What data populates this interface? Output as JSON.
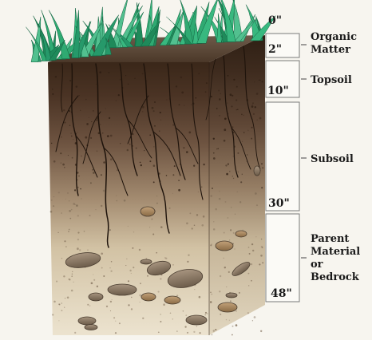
{
  "depths": {
    "d0": "0\"",
    "d2": "2\"",
    "d10": "10\"",
    "d30": "30\"",
    "d48": "48\""
  },
  "layers": {
    "organic_line1": "Organic",
    "organic_line2": "Matter",
    "topsoil": "Topsoil",
    "subsoil": "Subsoil",
    "parent_line1": "Parent",
    "parent_line2": "Material",
    "parent_line3": "or",
    "parent_line4": "Bedrock"
  },
  "colors": {
    "grass": "#2faa72",
    "organic": "#3e2a1d",
    "topsoil": "#6b4e3a",
    "subsoil": "#b59c80",
    "parent": "#e4d8bf",
    "rock": "#8a7966"
  }
}
